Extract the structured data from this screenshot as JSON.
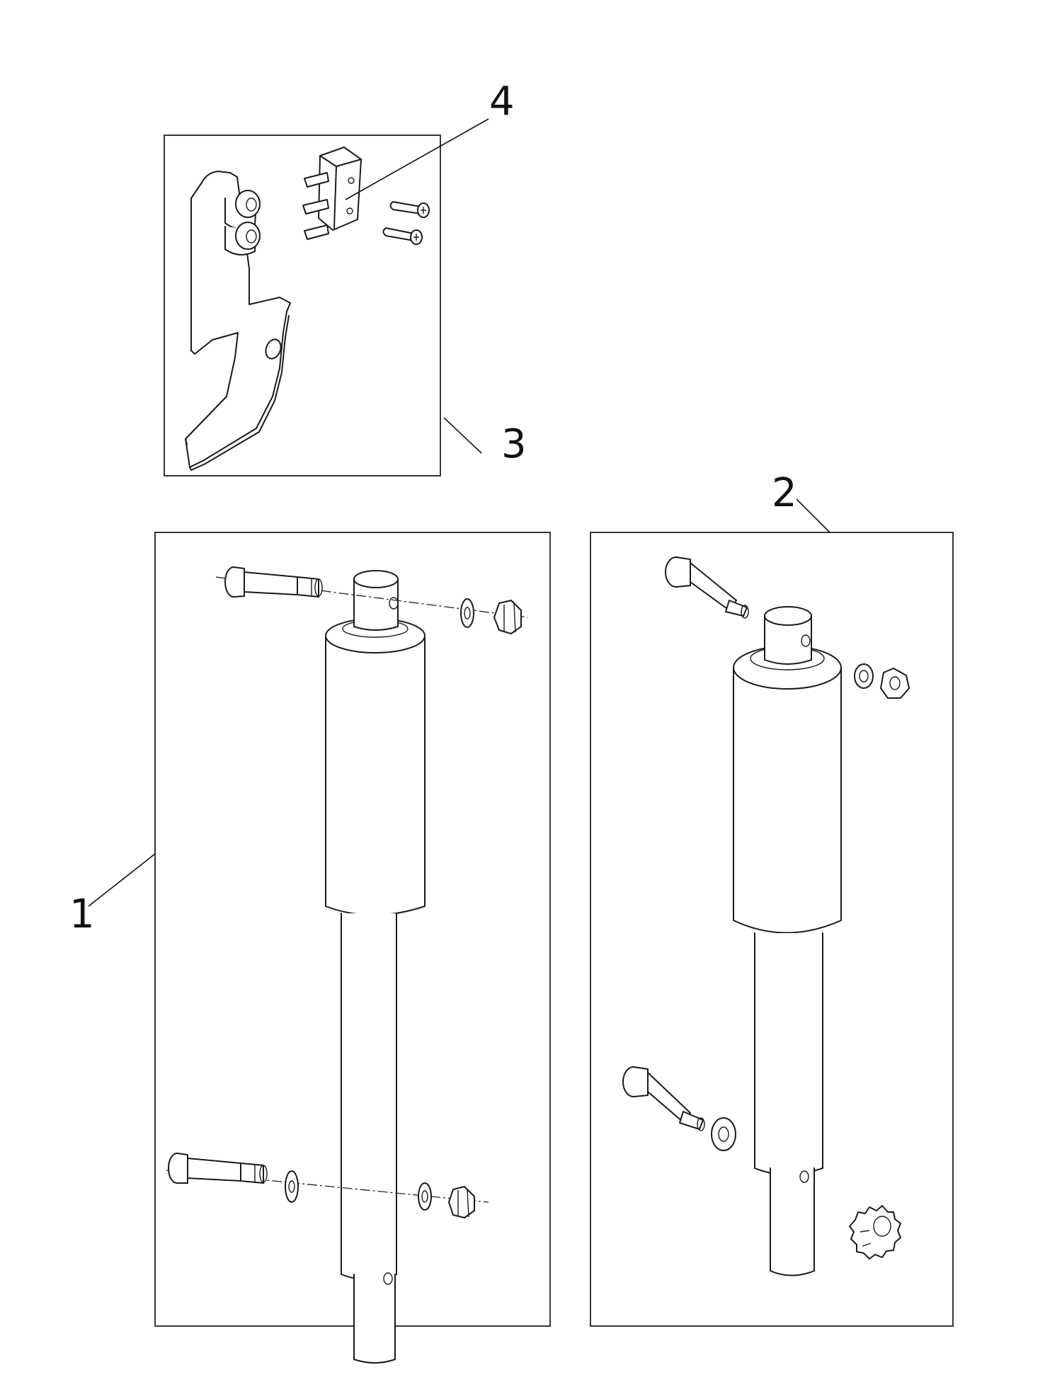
{
  "callouts": [
    {
      "id": "1",
      "label": "1"
    },
    {
      "id": "2",
      "label": "2"
    },
    {
      "id": "3",
      "label": "3"
    },
    {
      "id": "4",
      "label": "4"
    }
  ],
  "colors": {
    "line": "#1a1a1a",
    "background": "#ffffff"
  },
  "icons": [
    "bracket",
    "micro-switch",
    "screw",
    "actuator",
    "clevis-pin",
    "washer",
    "lock-nut",
    "knob"
  ]
}
